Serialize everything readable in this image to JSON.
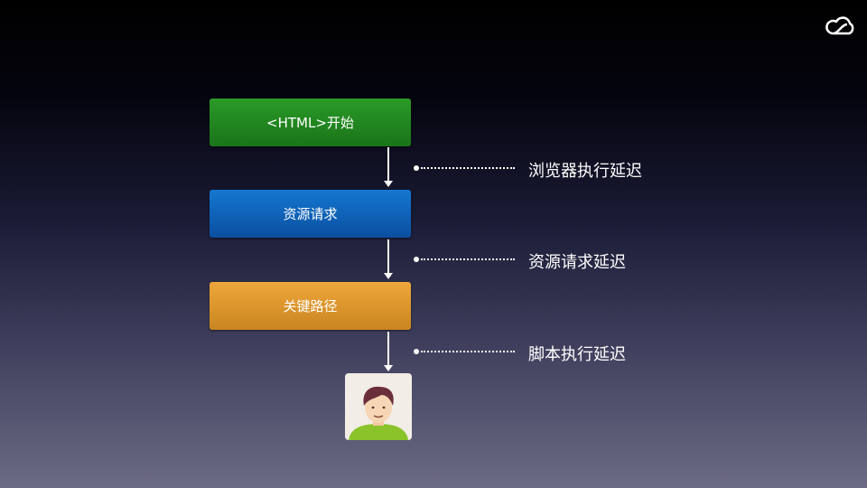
{
  "steps": [
    {
      "label": "<HTML>开始",
      "color": "#238a21"
    },
    {
      "label": "资源请求",
      "color": "#0f63b8"
    },
    {
      "label": "关键路径",
      "color": "#dd972e"
    }
  ],
  "delays": [
    "浏览器执行延迟",
    "资源请求延迟",
    "脚本执行延迟"
  ],
  "icons": {
    "logo": "cloud-logo-icon",
    "end": "user-avatar-icon"
  }
}
